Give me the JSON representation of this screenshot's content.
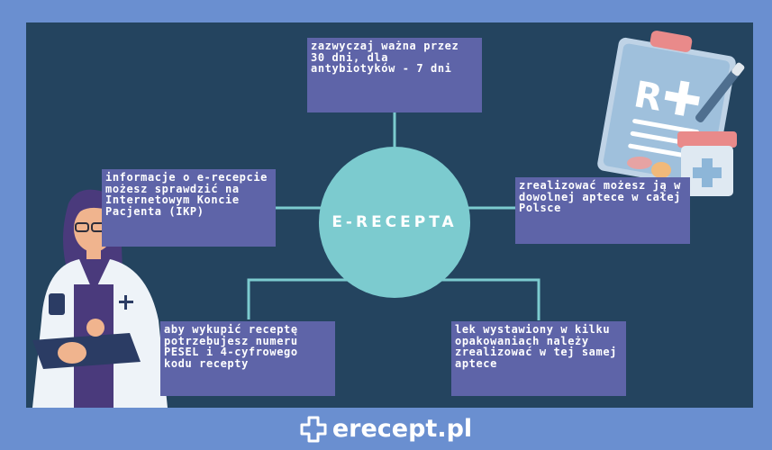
{
  "diagram": {
    "center_label": "E-RECEPTA",
    "top": "zazwyczaj ważna przez 30 dni, dla antybiotyków - 7 dni",
    "left": "informacje o e-recepcie możesz sprawdzić na Internetowym Koncie Pacjenta (IKP)",
    "right": "zrealizować możesz ją w dowolnej aptece w całej Polsce",
    "bottom_left": "aby wykupić receptę potrzebujesz numeru PESEL i 4-cyfrowego kodu recepty",
    "bottom_right": "lek wystawiony w kilku opakowaniach należy zrealizować w tej samej aptece"
  },
  "footer": {
    "logo_text": "erecept.pl"
  },
  "colors": {
    "background": "#6a8fd0",
    "panel": "#24445f",
    "hub": "#7ccbcf",
    "box": "#5e64a8",
    "connector": "#7ccbcf"
  },
  "icons": [
    "prescription-clipboard-icon",
    "pill-bottle-icon",
    "doctor-illustration",
    "medical-cross-icon"
  ]
}
